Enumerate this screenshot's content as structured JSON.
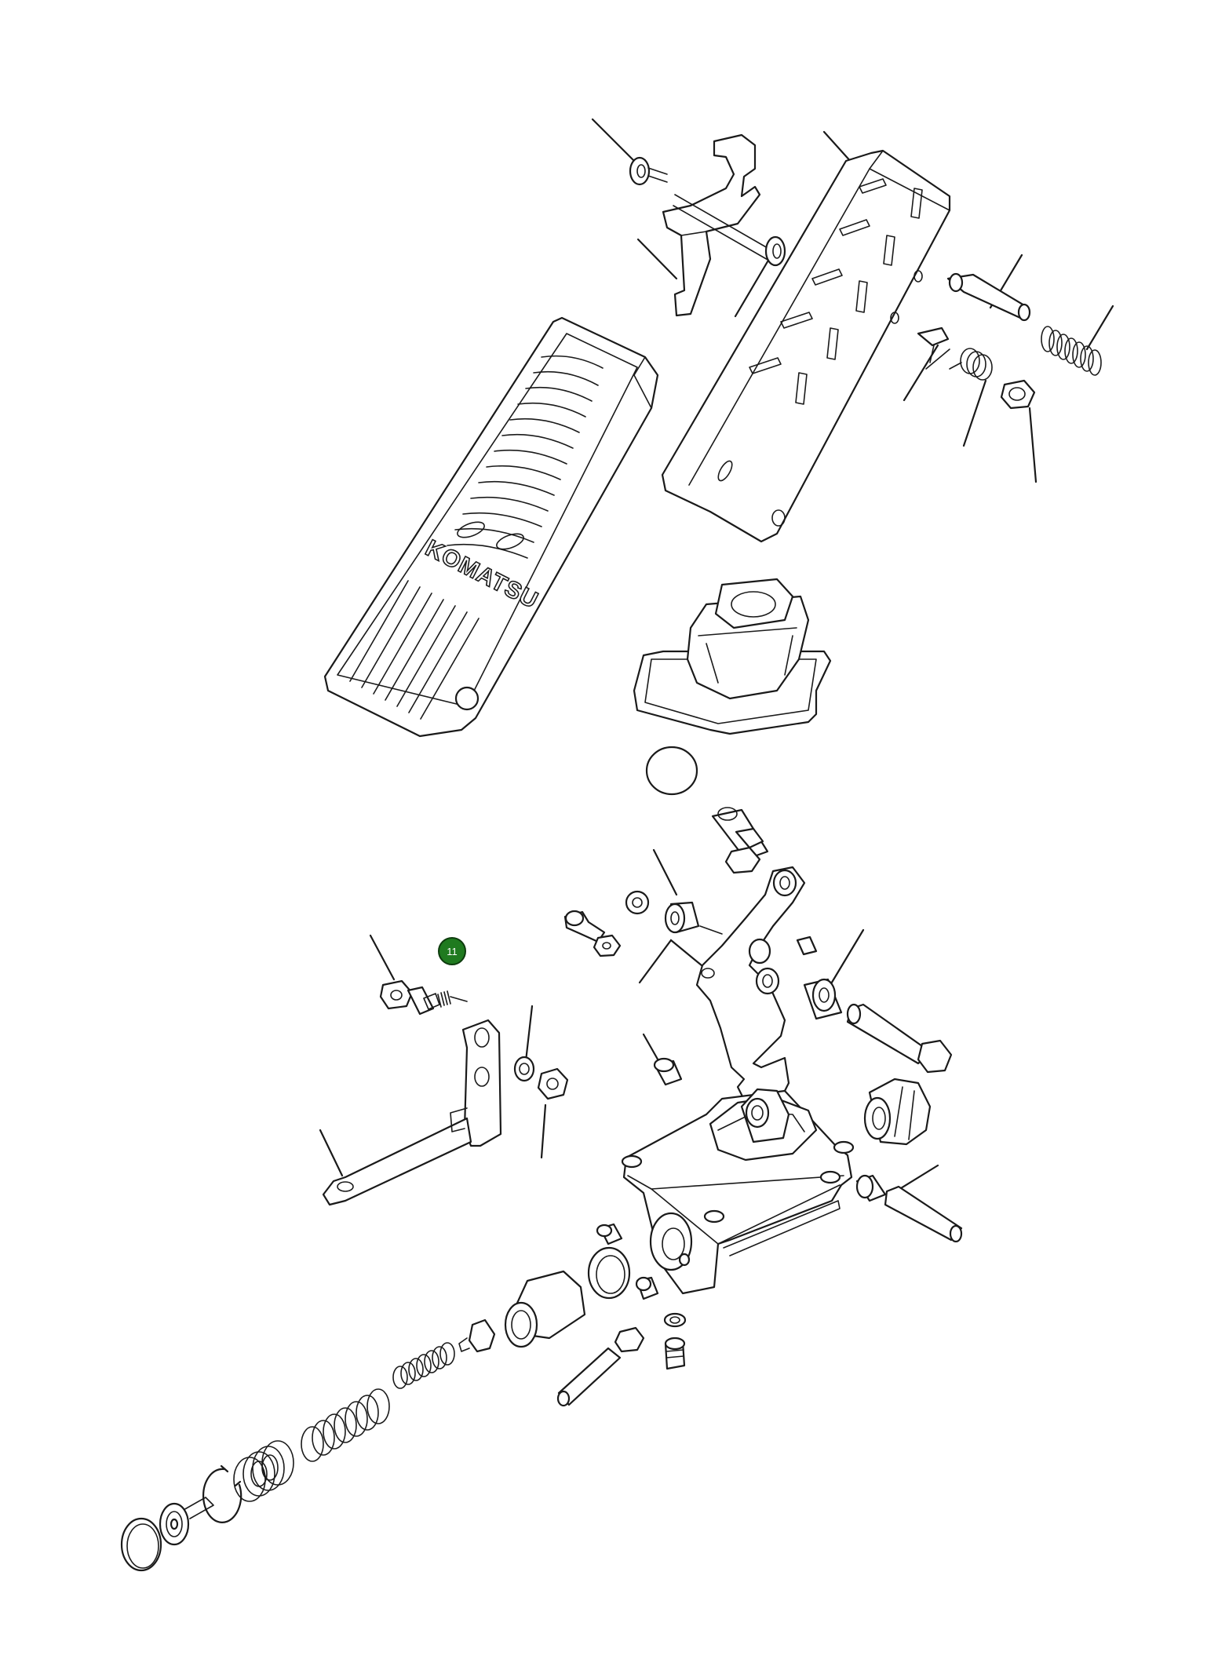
{
  "diagram": {
    "brand_logo": "KOMATSU",
    "callouts": [
      {
        "id": "callout-11",
        "label": "11",
        "color": "#1f7a1f",
        "border": "#0d3b0d"
      }
    ]
  }
}
